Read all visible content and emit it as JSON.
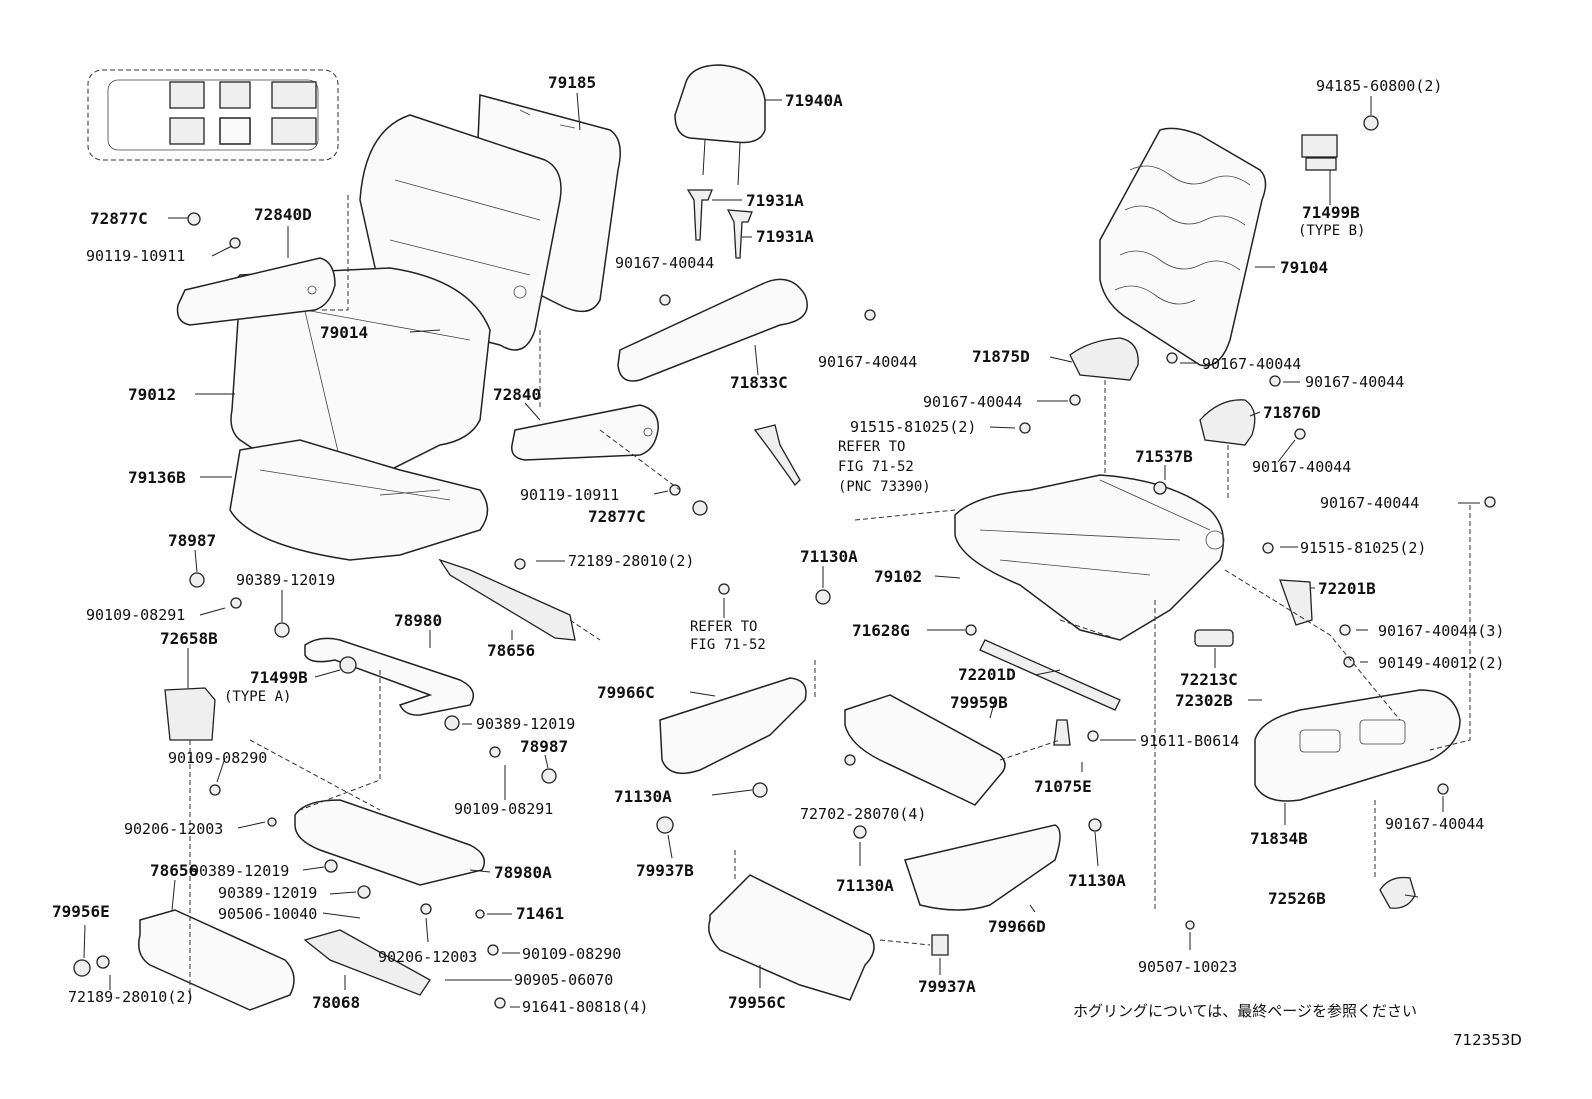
{
  "labels": {
    "p79185": "79185",
    "p71940A": "71940A",
    "p94185_60800": "94185-60800(2)",
    "p72877C_top": "72877C",
    "p72840D": "72840D",
    "p90119_10911_top": "90119-10911",
    "p71931A_1": "71931A",
    "p71931A_2": "71931A",
    "p71499B_b": "71499B",
    "p71499B_b_type": "(TYPE B)",
    "p79104": "79104",
    "p90167_40044_a": "90167-40044",
    "p79014": "79014",
    "p90167_40044_b": "90167-40044",
    "p71875D": "71875D",
    "p90167_40044_c": "90167-40044",
    "p90167_40044_d": "90167-40044",
    "p79012": "79012",
    "p72840": "72840",
    "p71833C": "71833C",
    "p90167_40044_e": "90167-40044",
    "p71876D": "71876D",
    "p91515_81025_a": "91515-81025(2)",
    "refer1_a": "REFER TO",
    "refer1_b": "FIG 71-52",
    "refer1_c": "(PNC 73390)",
    "p71537B": "71537B",
    "p90167_40044_f": "90167-40044",
    "p79136B": "79136B",
    "p90119_10911_mid": "90119-10911",
    "p72877C_mid": "72877C",
    "p90167_40044_g": "90167-40044",
    "p78987_top": "78987",
    "p91515_81025_b": "91515-81025(2)",
    "p90389_12019_a": "90389-12019",
    "p72189_28010_a": "72189-28010(2)",
    "p71130A_a": "71130A",
    "p79102": "79102",
    "p72201B": "72201B",
    "p90109_08291_a": "90109-08291",
    "p78980": "78980",
    "p72658B": "72658B",
    "p78656_a": "78656",
    "refer2_a": "REFER TO",
    "refer2_b": "FIG 71-52",
    "p71628G": "71628G",
    "p90167_40044_h": "90167-40044(3)",
    "p72213C": "72213C",
    "p90149_40012": "90149-40012(2)",
    "p71499B_a": "71499B",
    "p71499B_a_type": "(TYPE A)",
    "p72201D": "72201D",
    "p79966C": "79966C",
    "p72302B": "72302B",
    "p79959B": "79959B",
    "p90389_12019_b": "90389-12019",
    "p78987_mid": "78987",
    "p91611_B0614": "91611-B0614",
    "p90109_08290_a": "90109-08290",
    "p71130A_b": "71130A",
    "p71075E": "71075E",
    "p90109_08291_b": "90109-08291",
    "p90206_12003_a": "90206-12003",
    "p72702_28070": "72702-28070(4)",
    "p90167_40044_i": "90167-40044",
    "p71834B": "71834B",
    "p90389_12019_c": "90389-12019",
    "p78980A": "78980A",
    "p79937B": "79937B",
    "p71130A_c": "71130A",
    "p71130A_d": "71130A",
    "p78656_b": "78656",
    "p90389_12019_d": "90389-12019",
    "p72526B": "72526B",
    "p79956E": "79956E",
    "p90506_10040": "90506-10040",
    "p71461": "71461",
    "p79966D": "79966D",
    "p90206_12003_b": "90206-12003",
    "p90109_08290_b": "90109-08290",
    "p90507_10023": "90507-10023",
    "p72189_28010_b": "72189-28010(2)",
    "p90905_06070": "90905-06070",
    "p79956C": "79956C",
    "p79937A": "79937A",
    "p78068": "78068",
    "p91641_80818": "91641-80818(4)"
  },
  "footer": {
    "note_jp": "ホグリングについては、最終ページを参照ください",
    "diagram_code": "712353D"
  }
}
